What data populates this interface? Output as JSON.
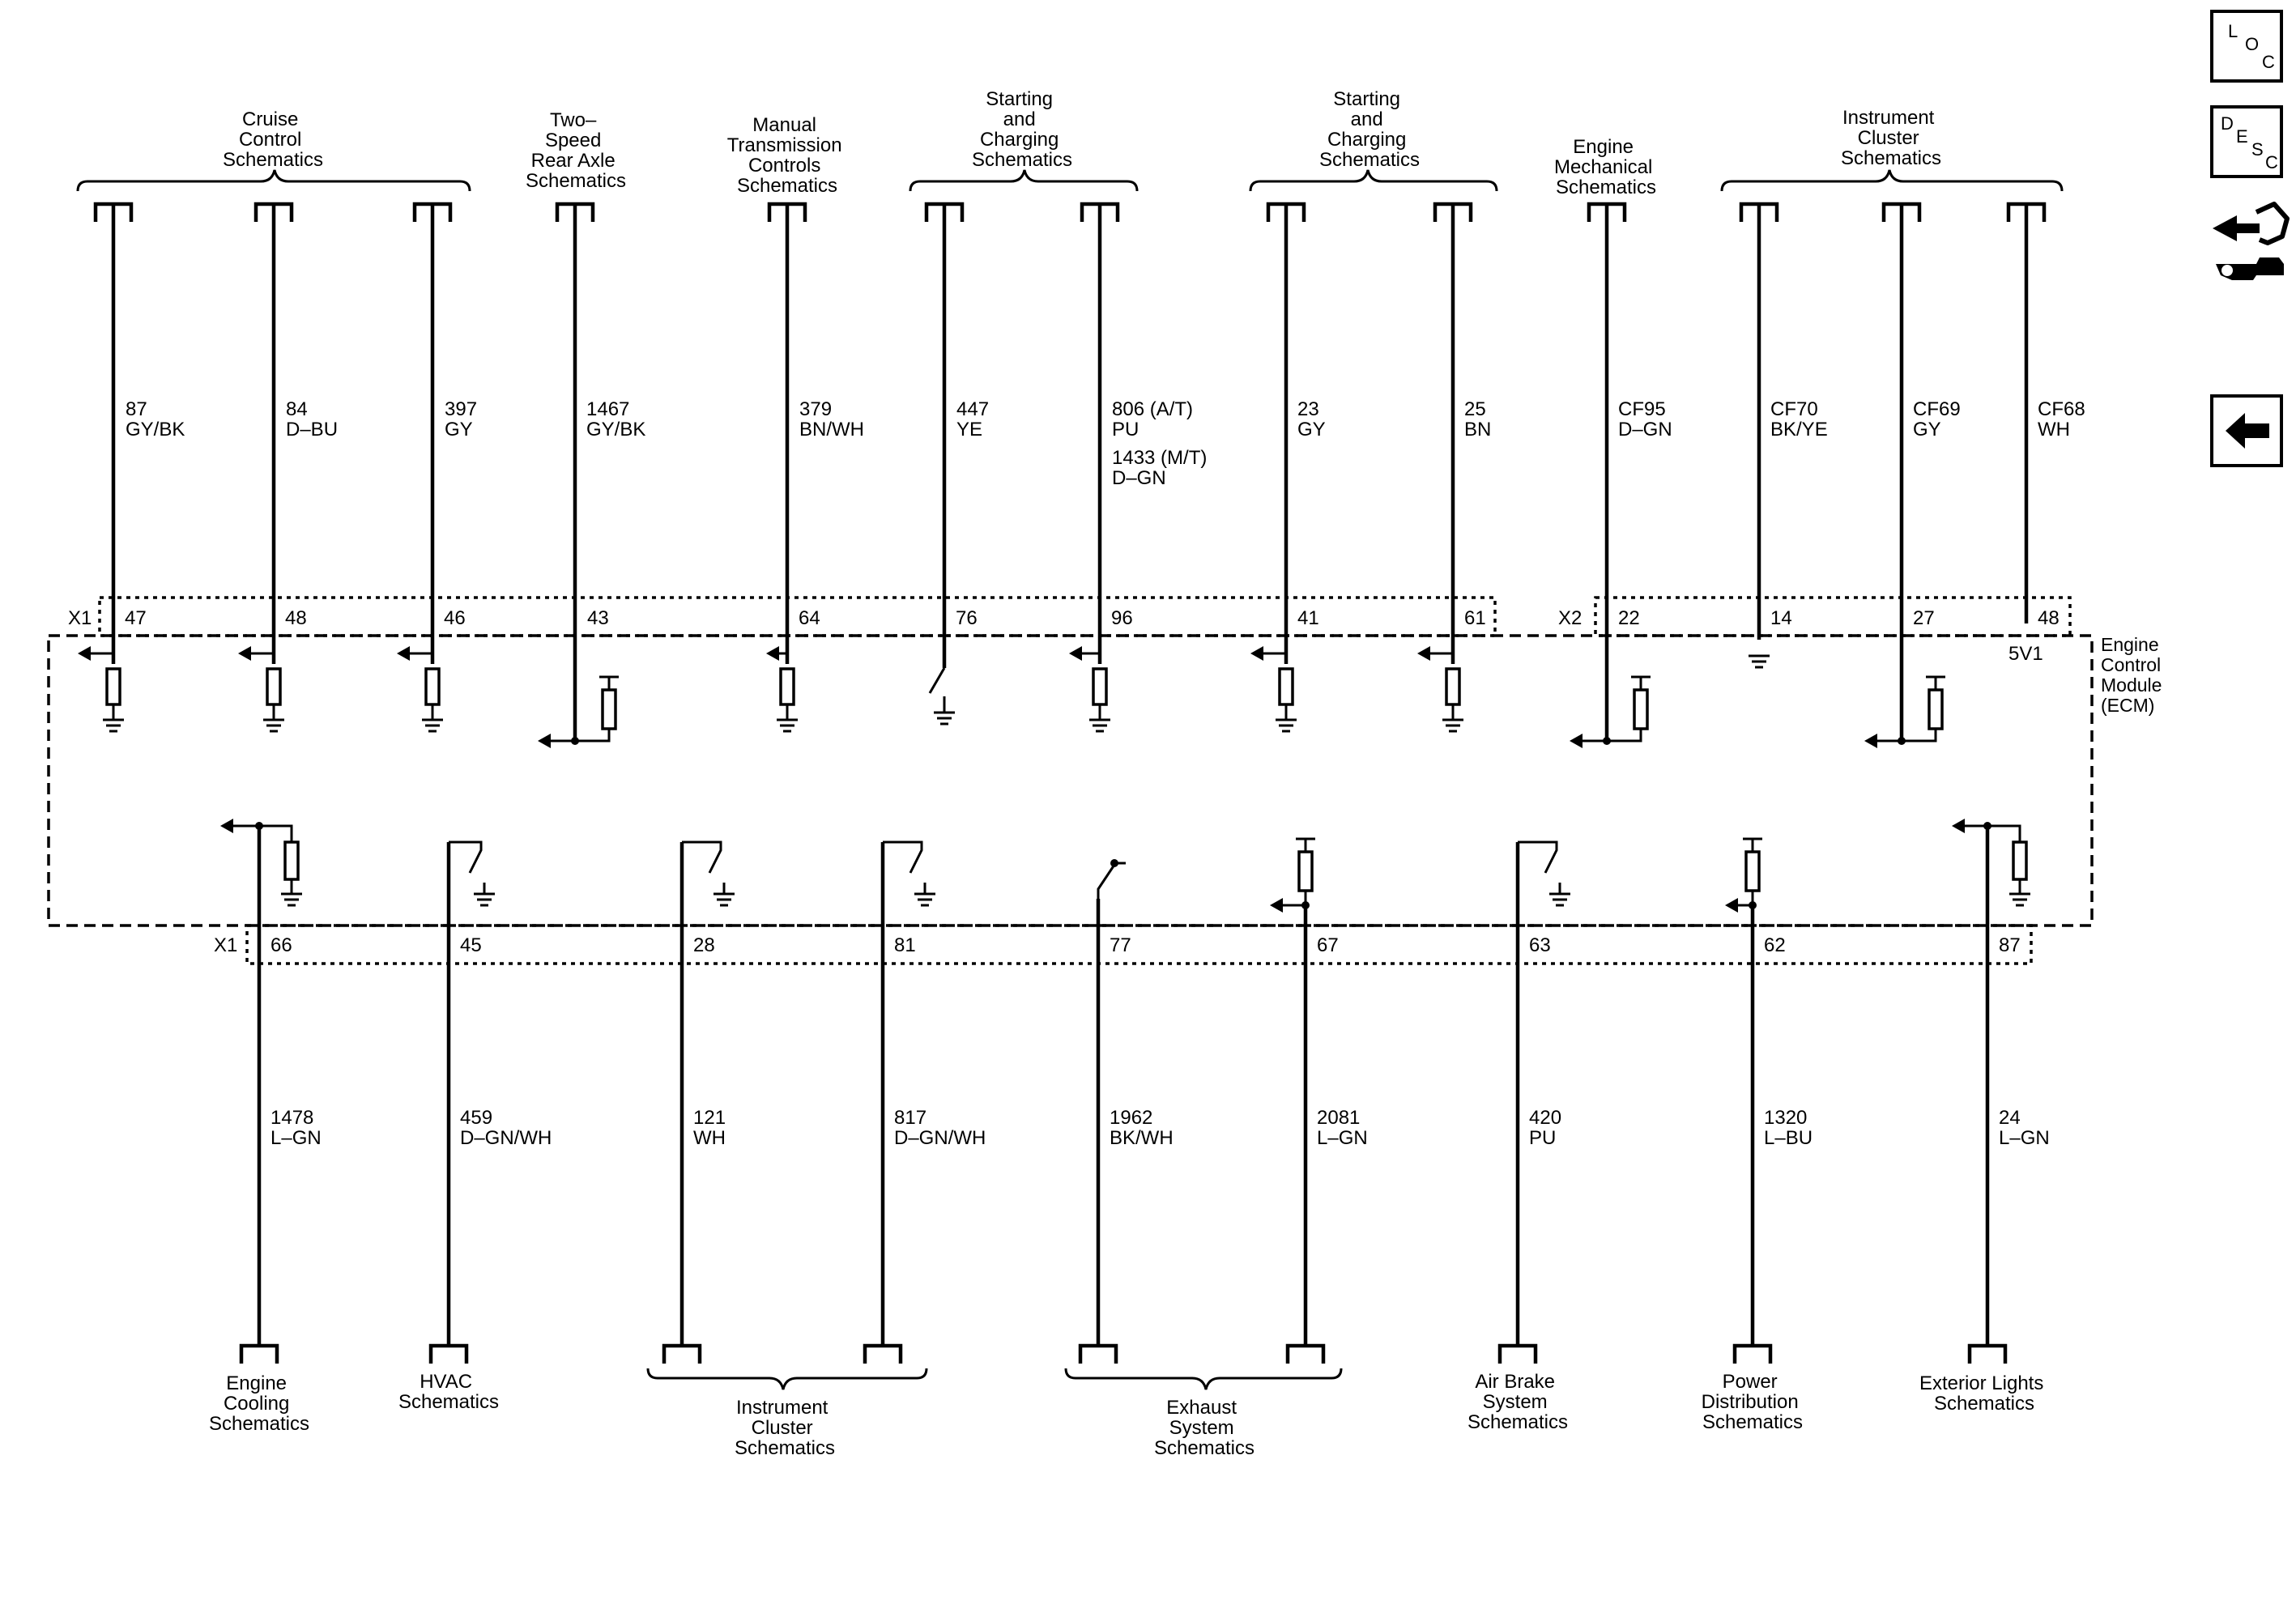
{
  "nav": {
    "loc": [
      "L",
      "O",
      "C"
    ],
    "desc": [
      "D",
      "E",
      "S",
      "C"
    ]
  },
  "module": {
    "lines": [
      "Engine",
      "Control",
      "Module",
      "(ECM)"
    ],
    "top_connector_1": "X1",
    "top_connector_2": "X2",
    "bottom_connector": "X1",
    "ref_5v": "5V1"
  },
  "top_groups": [
    [
      "Cruise",
      "Control",
      "Schematics"
    ],
    [
      "Two–",
      "Speed",
      "Rear Axle",
      "Schematics"
    ],
    [
      "Manual",
      "Transmission",
      "Controls",
      "Schematics"
    ],
    [
      "Starting",
      "and",
      "Charging",
      "Schematics"
    ],
    [
      "Starting",
      "and",
      "Charging",
      "Schematics"
    ],
    [
      "Engine",
      "Mechanical",
      "Schematics"
    ],
    [
      "Instrument",
      "Cluster",
      "Schematics"
    ]
  ],
  "top_circuits": [
    {
      "circuit": "87",
      "color": "GY/BK",
      "pin": "47"
    },
    {
      "circuit": "84",
      "color": "D–BU",
      "pin": "48"
    },
    {
      "circuit": "397",
      "color": "GY",
      "pin": "46"
    },
    {
      "circuit": "1467",
      "color": "GY/BK",
      "pin": "43"
    },
    {
      "circuit": "379",
      "color": "BN/WH",
      "pin": "64"
    },
    {
      "circuit": "447",
      "color": "YE",
      "pin": "76"
    },
    {
      "circuit": "806 (A/T)",
      "color": "PU",
      "circuit2": "1433 (M/T)",
      "color2": "D–GN",
      "pin": "96"
    },
    {
      "circuit": "23",
      "color": "GY",
      "pin": "41"
    },
    {
      "circuit": "25",
      "color": "BN",
      "pin": "61"
    },
    {
      "circuit": "CF95",
      "color": "D–GN",
      "pin": "22"
    },
    {
      "circuit": "CF70",
      "color": "BK/YE",
      "pin": "14"
    },
    {
      "circuit": "CF69",
      "color": "GY",
      "pin": "27"
    },
    {
      "circuit": "CF68",
      "color": "WH",
      "pin": "48"
    }
  ],
  "bottom_circuits": [
    {
      "circuit": "1478",
      "color": "L–GN",
      "pin": "66"
    },
    {
      "circuit": "459",
      "color": "D–GN/WH",
      "pin": "45"
    },
    {
      "circuit": "121",
      "color": "WH",
      "pin": "28"
    },
    {
      "circuit": "817",
      "color": "D–GN/WH",
      "pin": "81"
    },
    {
      "circuit": "1962",
      "color": "BK/WH",
      "pin": "77"
    },
    {
      "circuit": "2081",
      "color": "L–GN",
      "pin": "67"
    },
    {
      "circuit": "420",
      "color": "PU",
      "pin": "63"
    },
    {
      "circuit": "1320",
      "color": "L–BU",
      "pin": "62"
    },
    {
      "circuit": "24",
      "color": "L–GN",
      "pin": "87"
    }
  ],
  "bottom_groups": [
    [
      "Engine",
      "Cooling",
      "Schematics"
    ],
    [
      "HVAC",
      "Schematics"
    ],
    [
      "Instrument",
      "Cluster",
      "Schematics"
    ],
    [
      "Exhaust",
      "System",
      "Schematics"
    ],
    [
      "Air Brake",
      "System",
      "Schematics"
    ],
    [
      "Power",
      "Distribution",
      "Schematics"
    ],
    [
      "Exterior Lights",
      "Schematics"
    ]
  ]
}
